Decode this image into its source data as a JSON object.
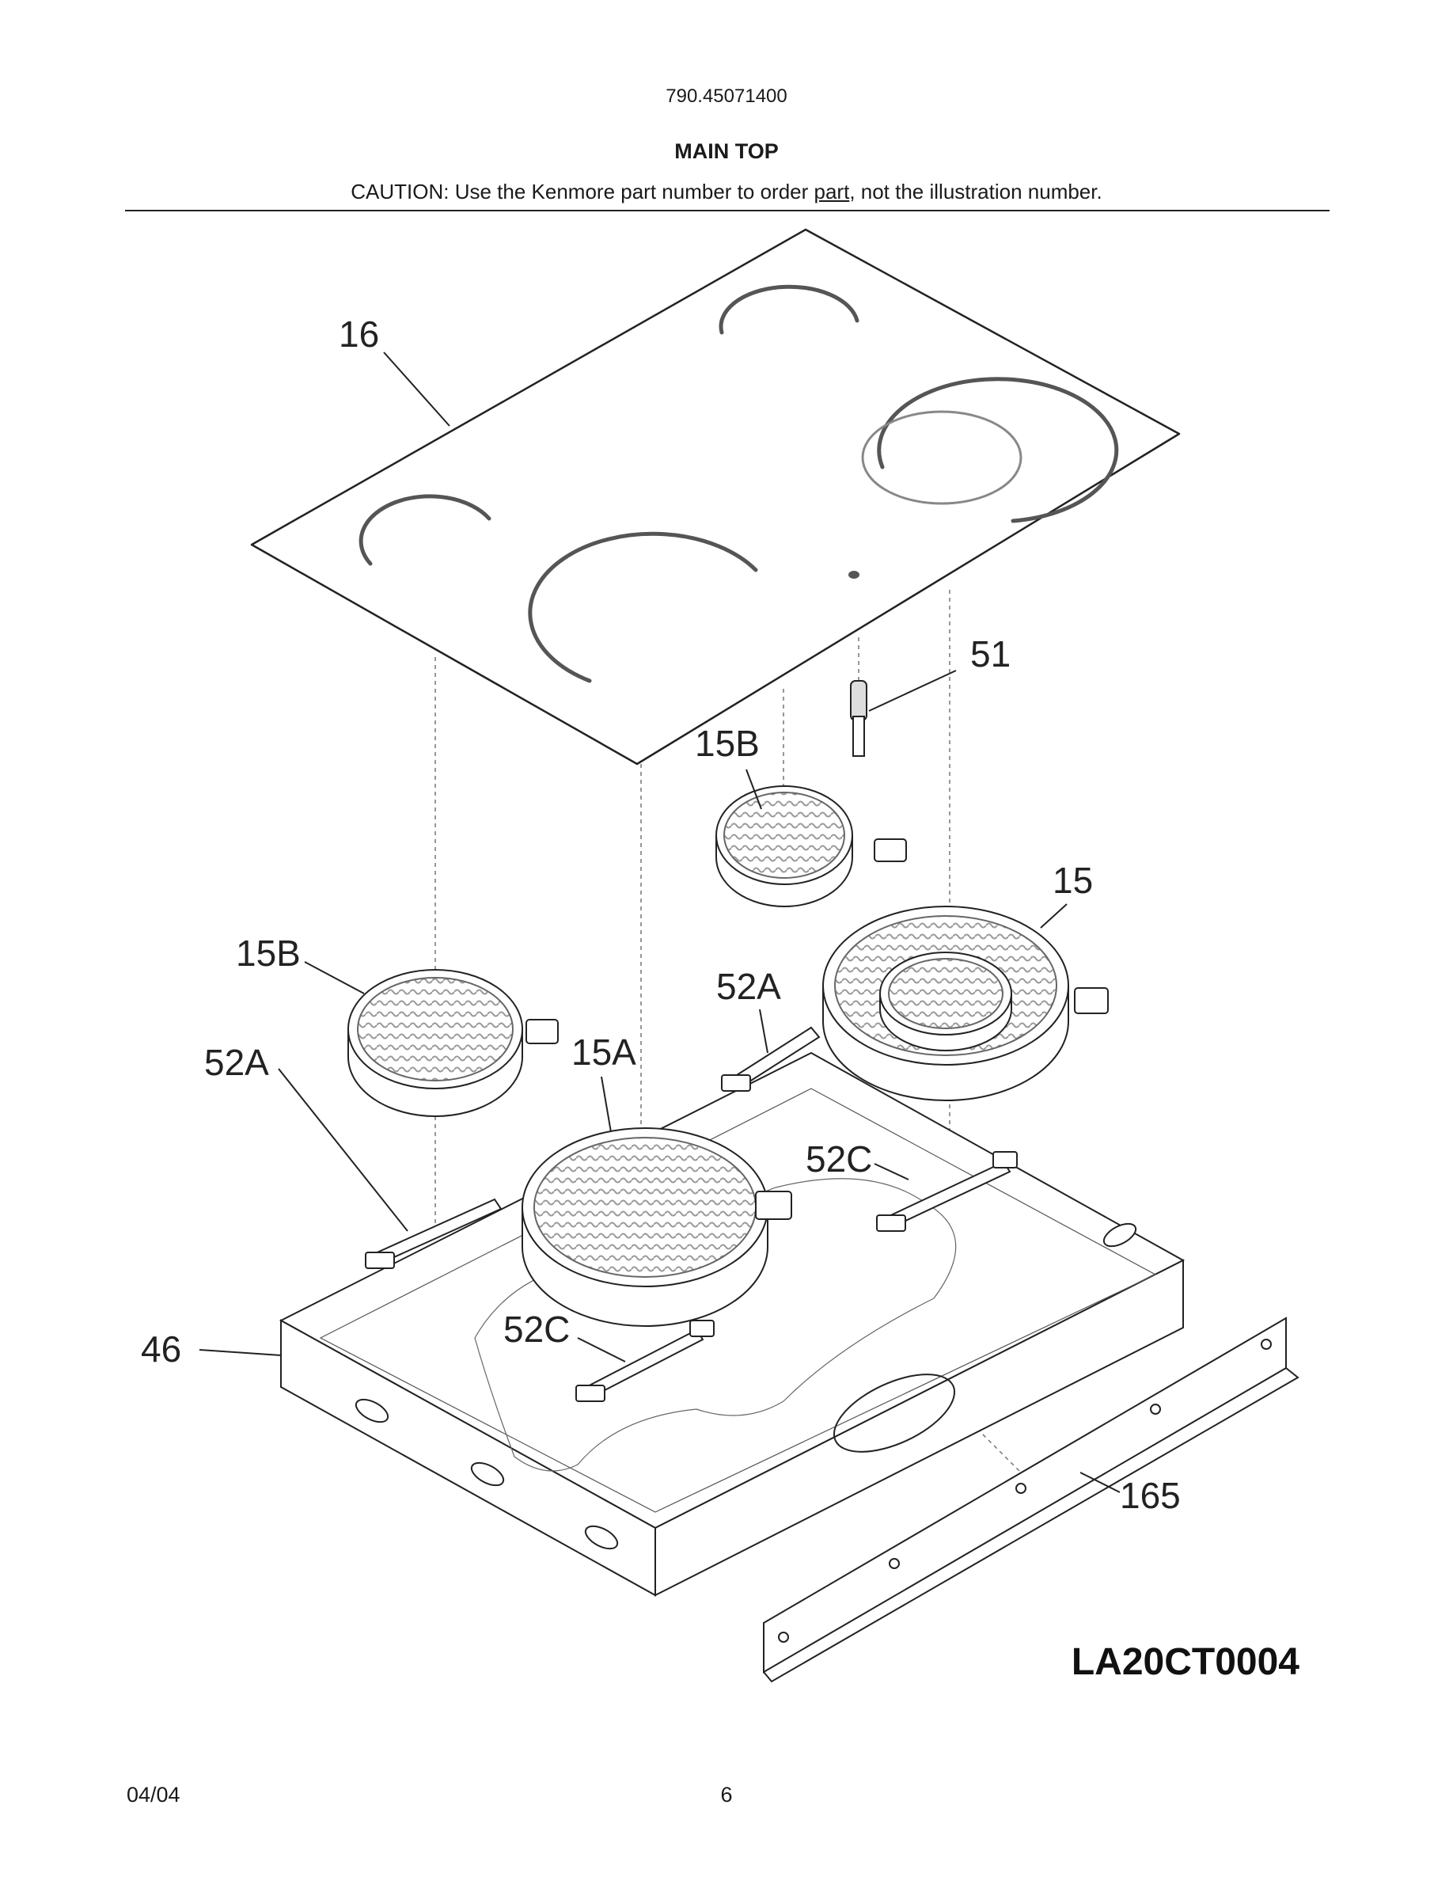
{
  "header": {
    "model": "790.45071400",
    "title": "MAIN TOP",
    "caution_pre": "CAUTION: Use the Kenmore part number to order ",
    "caution_underlined": "part",
    "caution_post": ", not the illustration number."
  },
  "labels": {
    "glass_top": "16",
    "sensor": "51",
    "small_element_rear": "15B",
    "small_element_left": "15B",
    "dual_element": "15",
    "bracket_52a_right": "52A",
    "bracket_52a_left": "52A",
    "large_element": "15A",
    "bracket_52c_right": "52C",
    "bracket_52c_front": "52C",
    "burner_box": "46",
    "front_rail": "165"
  },
  "diagram_code": "LA20CT0004",
  "footer": {
    "date": "04/04",
    "page": "6"
  }
}
